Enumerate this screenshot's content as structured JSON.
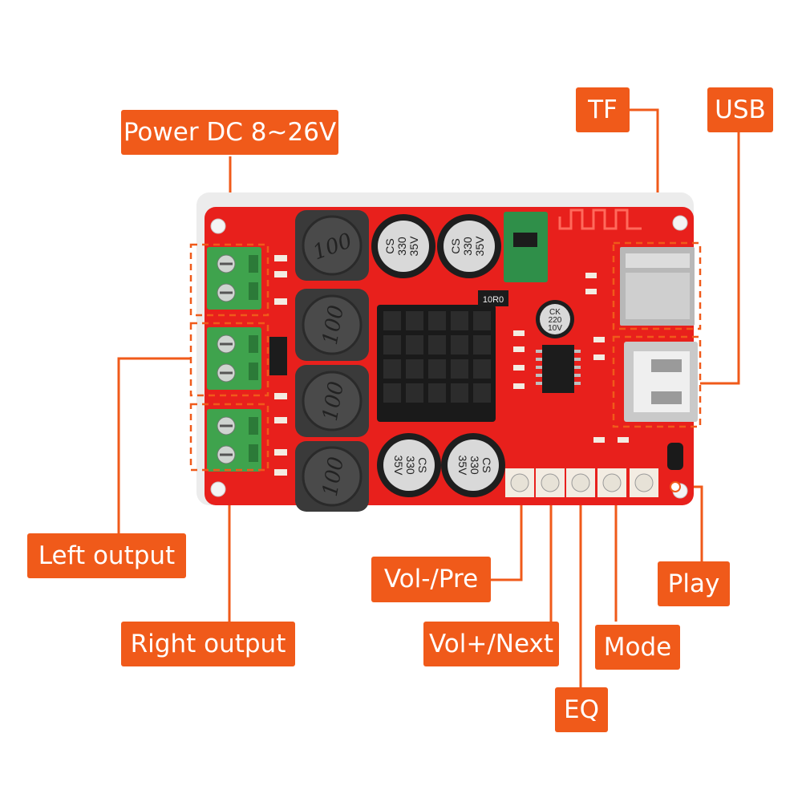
{
  "labels": {
    "power": "Power DC 8~26V",
    "tf": "TF",
    "usb": "USB",
    "left_output": "Left output",
    "right_output": "Right output",
    "vol_pre": "Vol-/Pre",
    "vol_next": "Vol+/Next",
    "eq": "EQ",
    "mode": "Mode",
    "play": "Play"
  },
  "inductors": [
    "100",
    "100",
    "100",
    "100"
  ],
  "capacitors": {
    "top_left": [
      "CS",
      "330",
      "35V"
    ],
    "top_right": [
      "CS",
      "330",
      "35V"
    ],
    "bottom_left": [
      "CS",
      "330",
      "35V"
    ],
    "bottom_right": [
      "CS",
      "330",
      "35V"
    ],
    "small": [
      "CK",
      "220",
      "10V"
    ]
  },
  "resistor_marking": "10R0",
  "colors": {
    "pcb": "#e8201c",
    "label_bg": "#f05a1a",
    "terminal": "#3fa34d",
    "heatsink": "#1a1a1a"
  }
}
